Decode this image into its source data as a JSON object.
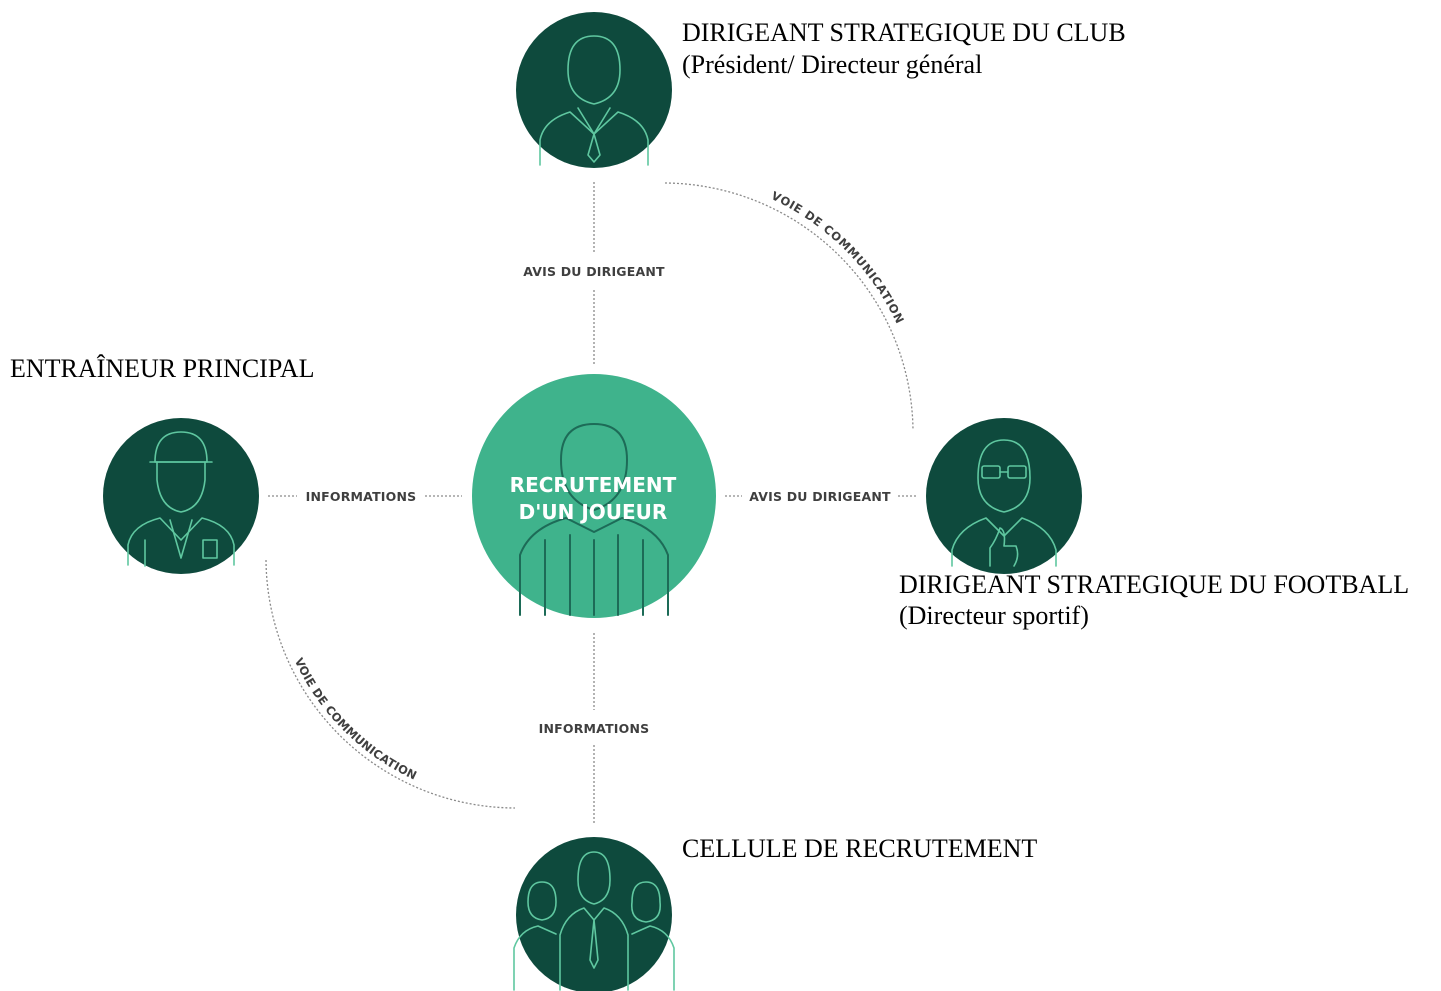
{
  "center": {
    "line1": "RECRUTEMENT",
    "line2": "D'UN JOUEUR"
  },
  "nodes": {
    "club_director": {
      "title": "DIRIGEANT STRATEGIQUE DU CLUB",
      "subtitle": "(Président/ Directeur général"
    },
    "head_coach": {
      "title": "ENTRAÎNEUR PRINCIPAL"
    },
    "football_director": {
      "title": "DIRIGEANT STRATEGIQUE DU FOOTBALL",
      "subtitle": "(Directeur sportif)"
    },
    "recruitment_cell": {
      "title": "CELLULE DE RECRUTEMENT"
    }
  },
  "edges": {
    "top": "AVIS DU DIRIGEANT",
    "right": "AVIS DU DIRIGEANT",
    "left": "INFORMATIONS",
    "bottom": "INFORMATIONS",
    "arc_top_right": "VOIE DE COMMUNICATION",
    "arc_bottom_left": "VOIE DE COMMUNICATION"
  },
  "colors": {
    "node_dark": "#0e4a3d",
    "center": "#3fb38c",
    "icon_line": "#5fc7a0",
    "connector": "#8a8a8a"
  }
}
